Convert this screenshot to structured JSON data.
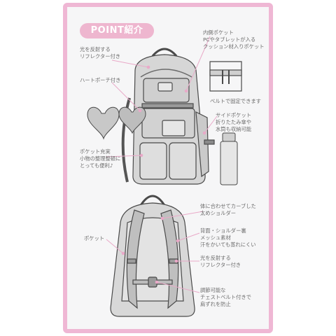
{
  "card": {
    "badge": "POINT紹介",
    "labels": {
      "reflector_top": "光を反射する\nリフレクター付き",
      "heart_pouch": "ハートポーチ付き",
      "pockets_front": "ポケット充実\n小物の整理整頓に\nとっても便利♪",
      "inner_pocket": "内側ポケット\nPCやタブレットが入る\nクッション材入りポケット",
      "belt_fix": "ベルトで固定できます",
      "side_pocket": "サイドポケット\n折りたたみ傘や\n水筒も収納可能",
      "shoulder_curve": "体に合わせてカーブした\n太めショルダー",
      "mesh": "背面・ショルダー裏\nメッシュ素材\n汗をかいても蒸れにくい",
      "pocket_back": "ポケット",
      "reflector_back": "光を反射する\nリフレクター付き",
      "chest_belt": "調節可能な\nチェストベルト付きで\n肩ずれを防止"
    }
  },
  "colors": {
    "border": "#efb7d4",
    "badge": "#eeb6cf",
    "card_bg": "#f6f6f7",
    "text": "#6c6c6c",
    "line": "#e9a9c8"
  }
}
